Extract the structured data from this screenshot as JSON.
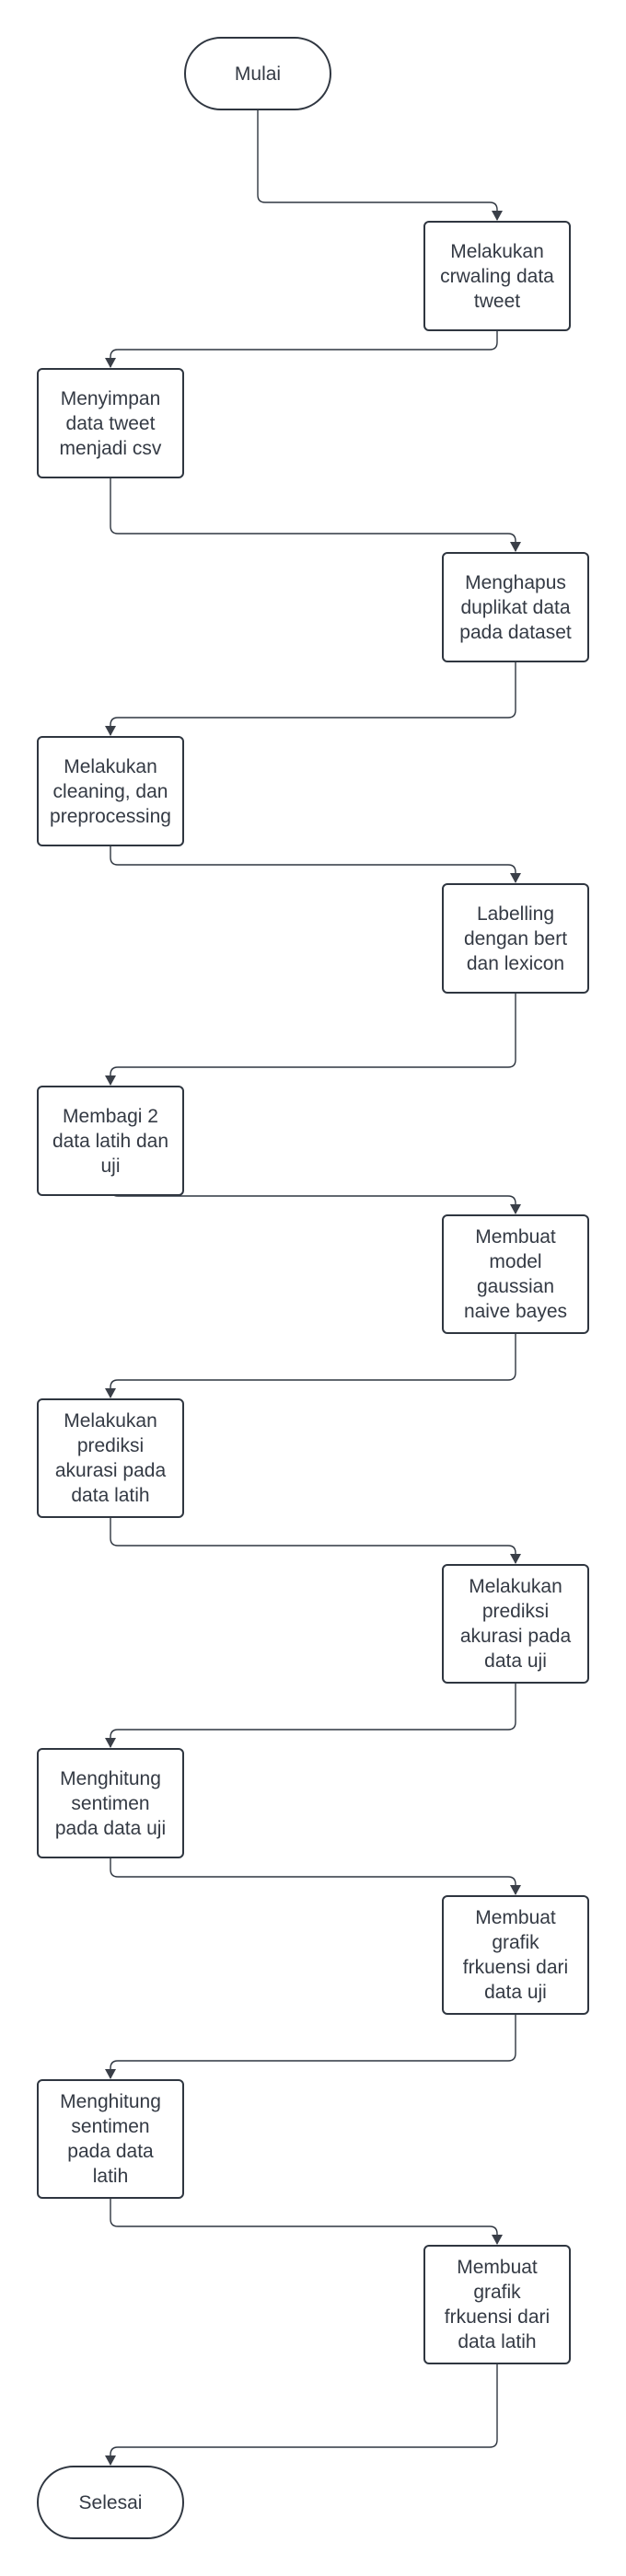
{
  "diagram": {
    "nodes": [
      {
        "id": "start",
        "label": "Mulai",
        "shape": "terminal"
      },
      {
        "id": "crawling",
        "label": "Melakukan\ncrwaling data\ntweet",
        "shape": "process"
      },
      {
        "id": "simpan",
        "label": "Menyimpan\ndata tweet\nmenjadi csv",
        "shape": "process"
      },
      {
        "id": "hapus",
        "label": "Menghapus\nduplikat data\npada dataset",
        "shape": "process"
      },
      {
        "id": "cleaning",
        "label": "Melakukan\ncleaning, dan\npreprocessing",
        "shape": "process"
      },
      {
        "id": "labelling",
        "label": "Labelling\ndengan bert\ndan lexicon",
        "shape": "process"
      },
      {
        "id": "membagi",
        "label": "Membagi 2\ndata latih dan\nuji",
        "shape": "process"
      },
      {
        "id": "model",
        "label": "Membuat\nmodel\ngaussian\nnaive bayes",
        "shape": "process"
      },
      {
        "id": "prediksi-latih",
        "label": "Melakukan\nprediksi\nakurasi pada\ndata latih",
        "shape": "process"
      },
      {
        "id": "prediksi-uji",
        "label": "Melakukan\nprediksi\nakurasi pada\ndata uji",
        "shape": "process"
      },
      {
        "id": "sentimen-uji",
        "label": "Menghitung\nsentimen\npada data uji",
        "shape": "process"
      },
      {
        "id": "grafik-uji",
        "label": "Membuat\ngrafik\nfrkuensi dari\ndata uji",
        "shape": "process"
      },
      {
        "id": "sentimen-latih",
        "label": "Menghitung\nsentimen\npada data\nlatih",
        "shape": "process"
      },
      {
        "id": "grafik-latih",
        "label": "Membuat\ngrafik\nfrkuensi dari\ndata latih",
        "shape": "process"
      },
      {
        "id": "end",
        "label": "Selesai",
        "shape": "terminal"
      }
    ],
    "edges": [
      {
        "from": "start",
        "to": "crawling"
      },
      {
        "from": "crawling",
        "to": "simpan"
      },
      {
        "from": "simpan",
        "to": "hapus"
      },
      {
        "from": "hapus",
        "to": "cleaning"
      },
      {
        "from": "cleaning",
        "to": "labelling"
      },
      {
        "from": "labelling",
        "to": "membagi"
      },
      {
        "from": "membagi",
        "to": "model"
      },
      {
        "from": "model",
        "to": "prediksi-latih"
      },
      {
        "from": "prediksi-latih",
        "to": "prediksi-uji"
      },
      {
        "from": "prediksi-uji",
        "to": "sentimen-uji"
      },
      {
        "from": "sentimen-uji",
        "to": "grafik-uji"
      },
      {
        "from": "grafik-uji",
        "to": "sentimen-latih"
      },
      {
        "from": "sentimen-latih",
        "to": "grafik-latih"
      },
      {
        "from": "grafik-latih",
        "to": "end"
      }
    ],
    "colors": {
      "stroke": "#2f3640",
      "text": "#343a44",
      "fill": "#ffffff"
    }
  }
}
